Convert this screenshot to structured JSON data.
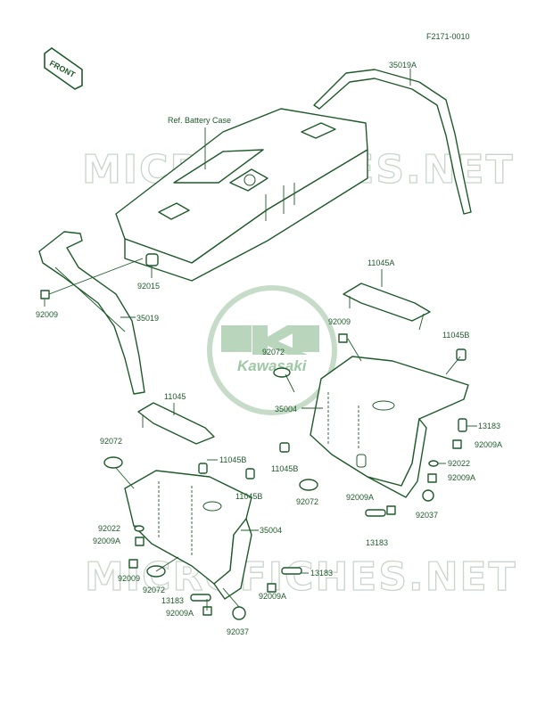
{
  "figure_code": "F2171-0010",
  "front_tag": "FRONT",
  "watermark": {
    "top": "MICROFICHES.NET",
    "bottom": "MICROFICHES.NET"
  },
  "logo_text": "Kawasaki",
  "ref_label": "Ref. Battery Case",
  "parts": {
    "p35019A": "35019A",
    "p92015": "92015",
    "p92009_a": "92009",
    "p35019": "35019",
    "p11045A": "11045A",
    "p92009_b": "92009",
    "p11045B_a": "11045B",
    "p92072_a": "92072",
    "p35004_a": "35004",
    "p13183_a": "13183",
    "p92009A_a": "92009A",
    "p92022_a": "92022",
    "p92009A_b": "92009A",
    "p11045B_b": "11045B",
    "p92072_b": "92072",
    "p92009A_c": "92009A",
    "p92037_a": "92037",
    "p13183_b": "13183",
    "p11045": "11045",
    "p92072_c": "92072",
    "p11045B_c": "11045B",
    "p11045B_d": "11045B",
    "p92022_b": "92022",
    "p92009A_d": "92009A",
    "p35004_b": "35004",
    "p92009_c": "92009",
    "p92072_d": "92072",
    "p13183_c": "13183",
    "p92009A_e": "92009A",
    "p13183_d": "13183",
    "p92009A_f": "92009A",
    "p92037_b": "92037"
  },
  "colors": {
    "ink": "#1f5a2a",
    "watermark": "#c9d4cb",
    "logo": "#9fc8a6"
  }
}
